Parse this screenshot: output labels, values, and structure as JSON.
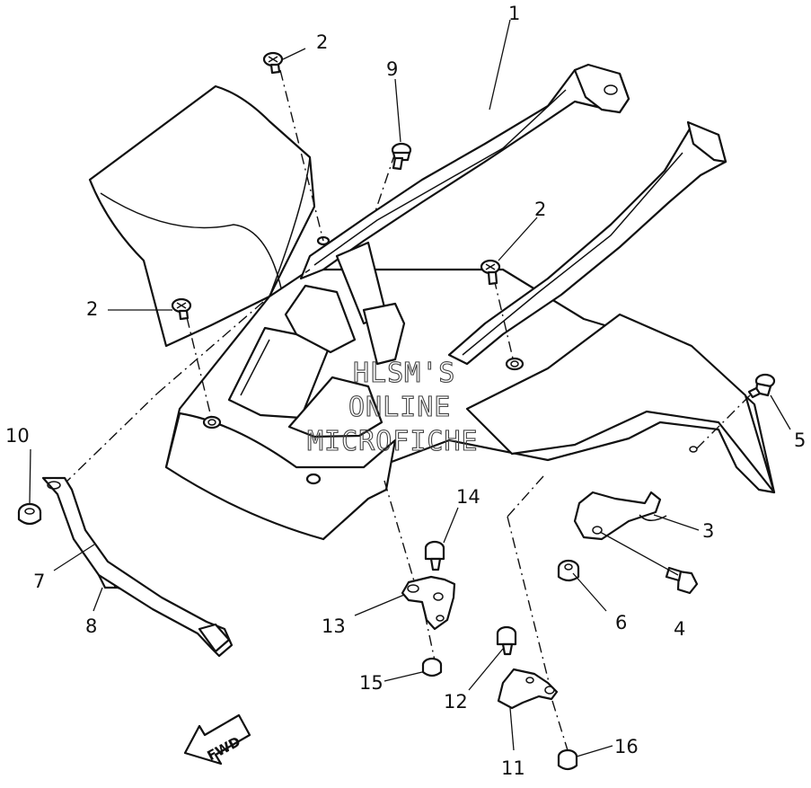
{
  "callouts": {
    "c1": "1",
    "c2a": "2",
    "c2b": "2",
    "c2c": "2",
    "c3": "3",
    "c4": "4",
    "c5": "5",
    "c6": "6",
    "c7": "7",
    "c8": "8",
    "c9": "9",
    "c10": "10",
    "c11": "11",
    "c12": "12",
    "c13": "13",
    "c14": "14",
    "c15": "15",
    "c16": "16"
  },
  "watermark": {
    "line1": "HLSM'S",
    "line2": "ONLINE",
    "line3": "MICROFICHE"
  },
  "fwd_label": "FWD"
}
